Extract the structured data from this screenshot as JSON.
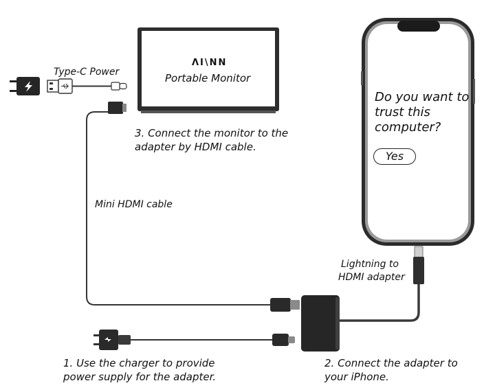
{
  "brand": "ΛΙ\\ΝΝ",
  "monitor": {
    "subtitle": "Portable Monitor"
  },
  "labels": {
    "type_c_power": "Type-C Power",
    "mini_hdmi_cable": "Mini HDMI cable",
    "adapter": [
      "Lightning to",
      "HDMI adapter"
    ]
  },
  "steps": {
    "step1": [
      "1. Use the charger to provide",
      "power supply for the adapter."
    ],
    "step2": [
      "2. Connect the adapter to",
      "your iPhone."
    ],
    "step3": [
      "3. Connect the monitor to the",
      "adapter by HDMI cable."
    ]
  },
  "phone": {
    "question": [
      "Do you want to",
      "trust this",
      "computer?"
    ],
    "button": "Yes"
  },
  "icons": [
    "power-plug-icon",
    "lightning-bolt-icon",
    "usb-icon"
  ],
  "colors": {
    "device": "#333333",
    "cable": "#3a3a3a",
    "screen": "#ffffff"
  }
}
